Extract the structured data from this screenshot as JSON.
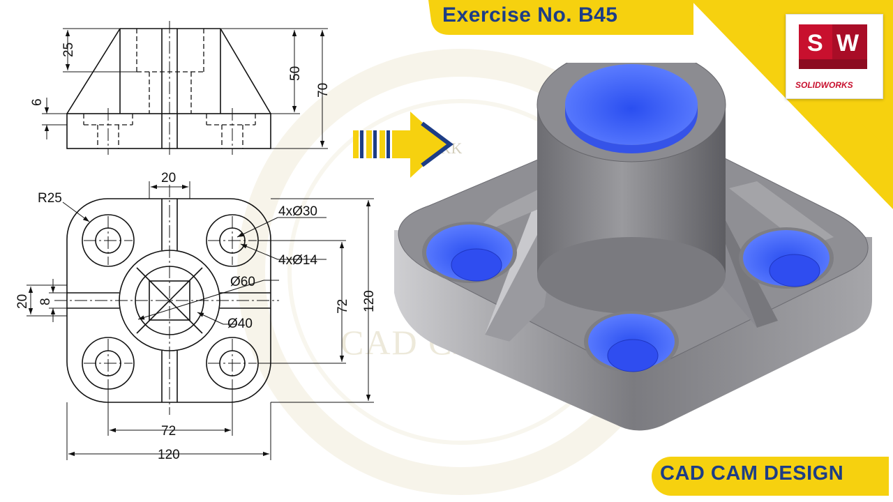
{
  "header": {
    "exercise_title": "Exercise No. B45"
  },
  "footer": {
    "brand_label": "CAD CAM DESIGN"
  },
  "logo": {
    "letters": "SW",
    "caption": "SOLIDWORKS",
    "brand_color": "#c8102e"
  },
  "watermark": {
    "initials": "JKK",
    "text": "CAD CAM DESIGN"
  },
  "colors": {
    "accent_yellow": "#f6d10f",
    "title_blue": "#1d3d86",
    "hole_blue": "#3b5ff5",
    "body_gray": "#8a8a8f"
  },
  "front_view": {
    "dims": {
      "h25": "25",
      "h6": "6",
      "h50": "50",
      "h70": "70"
    }
  },
  "top_view": {
    "dims": {
      "w20": "20",
      "r25": "R25",
      "holes_30": "4xØ30",
      "holes_14": "4xØ14",
      "d60": "Ø60",
      "d40": "Ø40",
      "h20": "20",
      "h8": "8",
      "h72": "72",
      "h120": "120",
      "w72": "72",
      "w120": "120"
    }
  },
  "arrow": {
    "icon": "right-arrow-icon"
  }
}
